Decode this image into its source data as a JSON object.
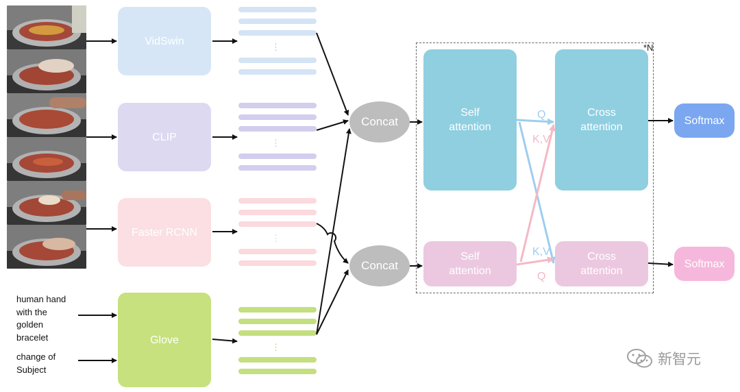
{
  "colors": {
    "vidswin": "#d6e6f6",
    "vidswin_bar": "#d4e4f5",
    "clip": "#dcd9f1",
    "clip_bar": "#d3cdee",
    "rcnn": "#fbdfe2",
    "rcnn_bar": "#fbd9dd",
    "glove": "#c6e17d",
    "glove_bar": "#c4df7f",
    "concat": "#bdbdbd",
    "self_top": "#8fcfe0",
    "cross_top": "#8fcfe0",
    "self_bottom": "#ecc8e0",
    "cross_bottom": "#ecc8e0",
    "softmax_top": "#7aa7f0",
    "softmax_bottom": "#f6b7dc",
    "q_blue": "#9dcdee",
    "kv_pink": "#f5b8c5",
    "arrow": "#111111"
  },
  "encoders": {
    "vidswin": "VidSwin",
    "clip": "CLIP",
    "rcnn": "Faster RCNN",
    "glove": "Glove"
  },
  "text_inputs": {
    "query": "human hand\nwith the\ngolden\nbracelet",
    "relation": "change of\nSubject"
  },
  "features": {
    "dots": "⋮"
  },
  "concat": {
    "top": "Concat",
    "bottom": "Concat"
  },
  "transformer": {
    "repeat": "*N",
    "self_top": "Self\nattention",
    "cross_top": "Cross\nattention",
    "self_bottom": "Self\nattention",
    "cross_bottom": "Cross\nattention",
    "q_top": "Q",
    "kv_top": "K,V",
    "kv_bottom": "K,V",
    "q_bottom": "Q"
  },
  "outputs": {
    "top": "Softmax",
    "bottom": "Softmax"
  },
  "watermark": "新智元"
}
